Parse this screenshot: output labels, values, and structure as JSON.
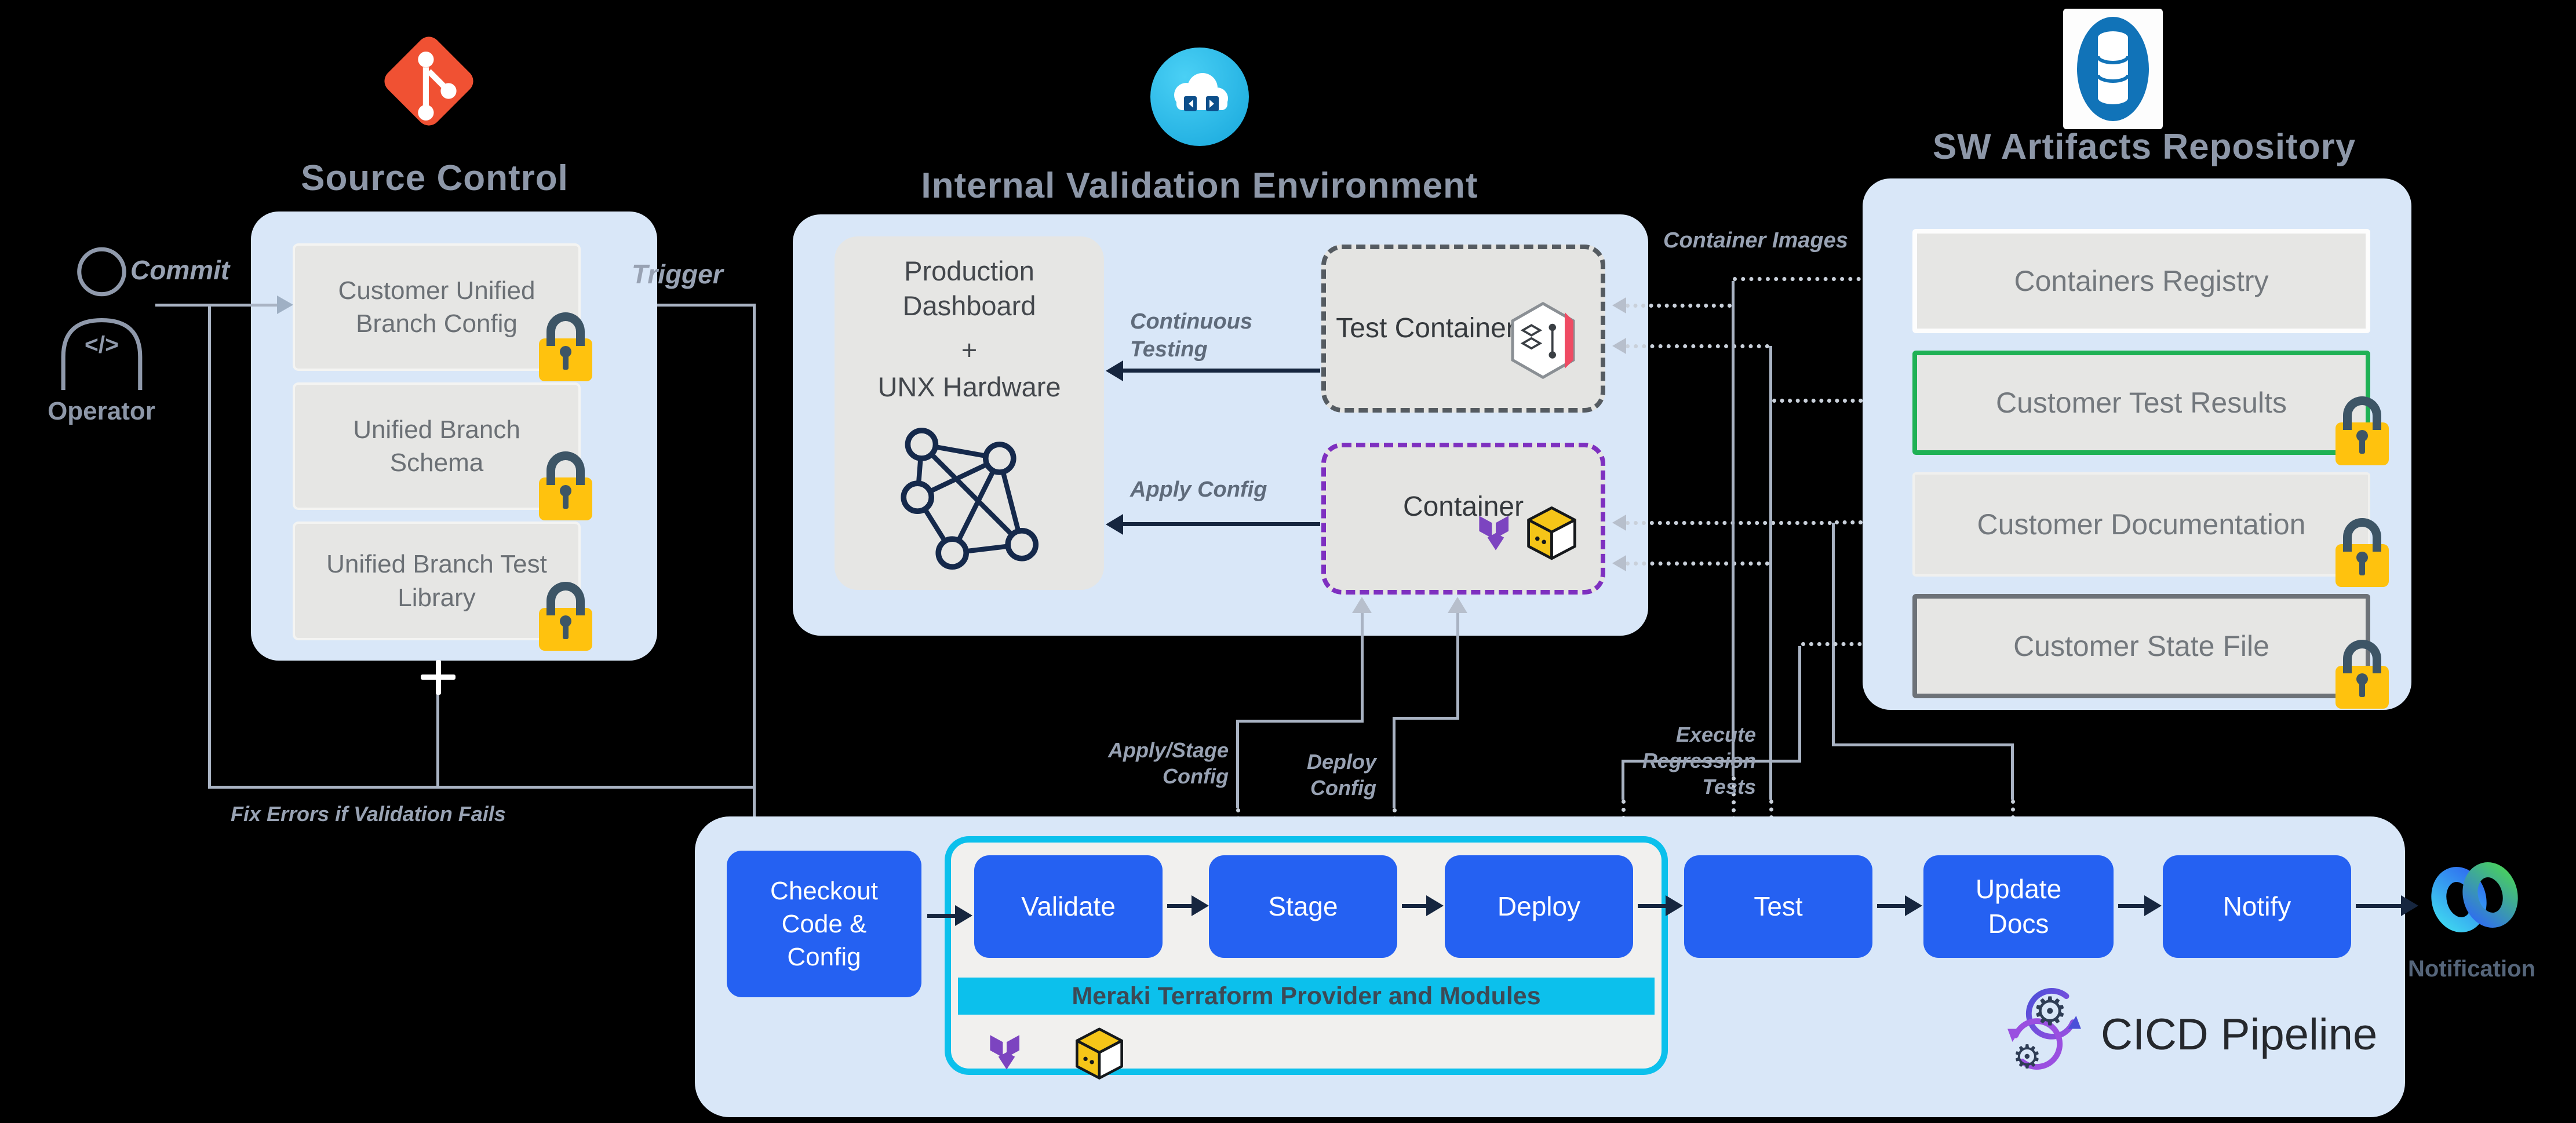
{
  "source_control": {
    "title": "Source Control",
    "items": [
      "Customer Unified Branch Config",
      "Unified Branch Schema",
      "Unified Branch Test Library"
    ]
  },
  "operator_label": "Operator",
  "validation_env": {
    "title": "Internal Validation Environment",
    "prod_lines": [
      "Production Dashboard",
      "+",
      "UNX Hardware"
    ],
    "test_container_label": "Test Container",
    "container_label": "Container"
  },
  "artifacts_repo": {
    "title": "SW Artifacts Repository",
    "items": [
      "Containers Registry",
      "Customer Test Results",
      "Customer Documentation",
      "Customer State File"
    ]
  },
  "pipeline": {
    "title": "CICD Pipeline",
    "band": "Meraki Terraform Provider and Modules",
    "stages": {
      "checkout": "Checkout Code & Config",
      "validate": "Validate",
      "stage": "Stage",
      "deploy": "Deploy",
      "test": "Test",
      "update_docs": "Update Docs",
      "notify": "Notify"
    },
    "notification_label": "Notification"
  },
  "flow_labels": {
    "commit": "Commit",
    "trigger": "Trigger",
    "fix_errors": "Fix Errors if Validation Fails",
    "continuous_testing": "Continuous Testing",
    "apply_config": "Apply Config",
    "container_images": "Container Images",
    "apply_stage_config": "Apply/Stage Config",
    "deploy_config": "Deploy Config",
    "execute_regression_tests": "Execute Regression Tests"
  },
  "colors": {
    "accent_blue": "#2561f2",
    "cyan": "#0cc0ec",
    "panel_blue": "#d9e7f8",
    "git_red": "#f05133",
    "lock_gold": "#ffc20e",
    "green_border": "#1fb155",
    "terraform_purple": "#7c44c0"
  }
}
